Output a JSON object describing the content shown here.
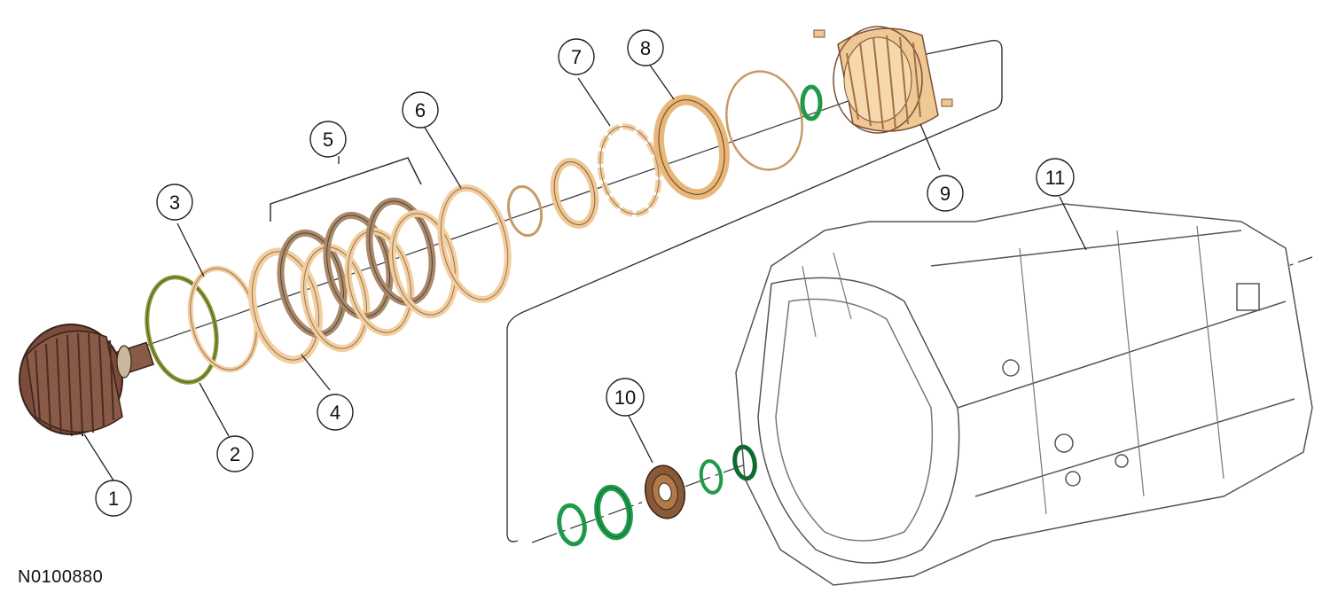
{
  "figure_id": "N0100880",
  "callouts": [
    {
      "label": "1"
    },
    {
      "label": "2"
    },
    {
      "label": "3"
    },
    {
      "label": "4"
    },
    {
      "label": "5"
    },
    {
      "label": "6"
    },
    {
      "label": "7"
    },
    {
      "label": "8"
    },
    {
      "label": "9"
    },
    {
      "label": "10"
    },
    {
      "label": "11"
    }
  ],
  "colors": {
    "drum": "#8a5a48",
    "drum_dark": "#5e3a2e",
    "snap_ring_green": "#8a9a3a",
    "friction_plate": "#f2cfa0",
    "friction_edge": "#c89a66",
    "steel_plate": "#a88a6a",
    "seal_green": "#1f9a4a",
    "seal_green_dark": "#0f6a30",
    "hub": "#efc896",
    "case_outline": "#555555",
    "case_fill": "#ffffff"
  }
}
